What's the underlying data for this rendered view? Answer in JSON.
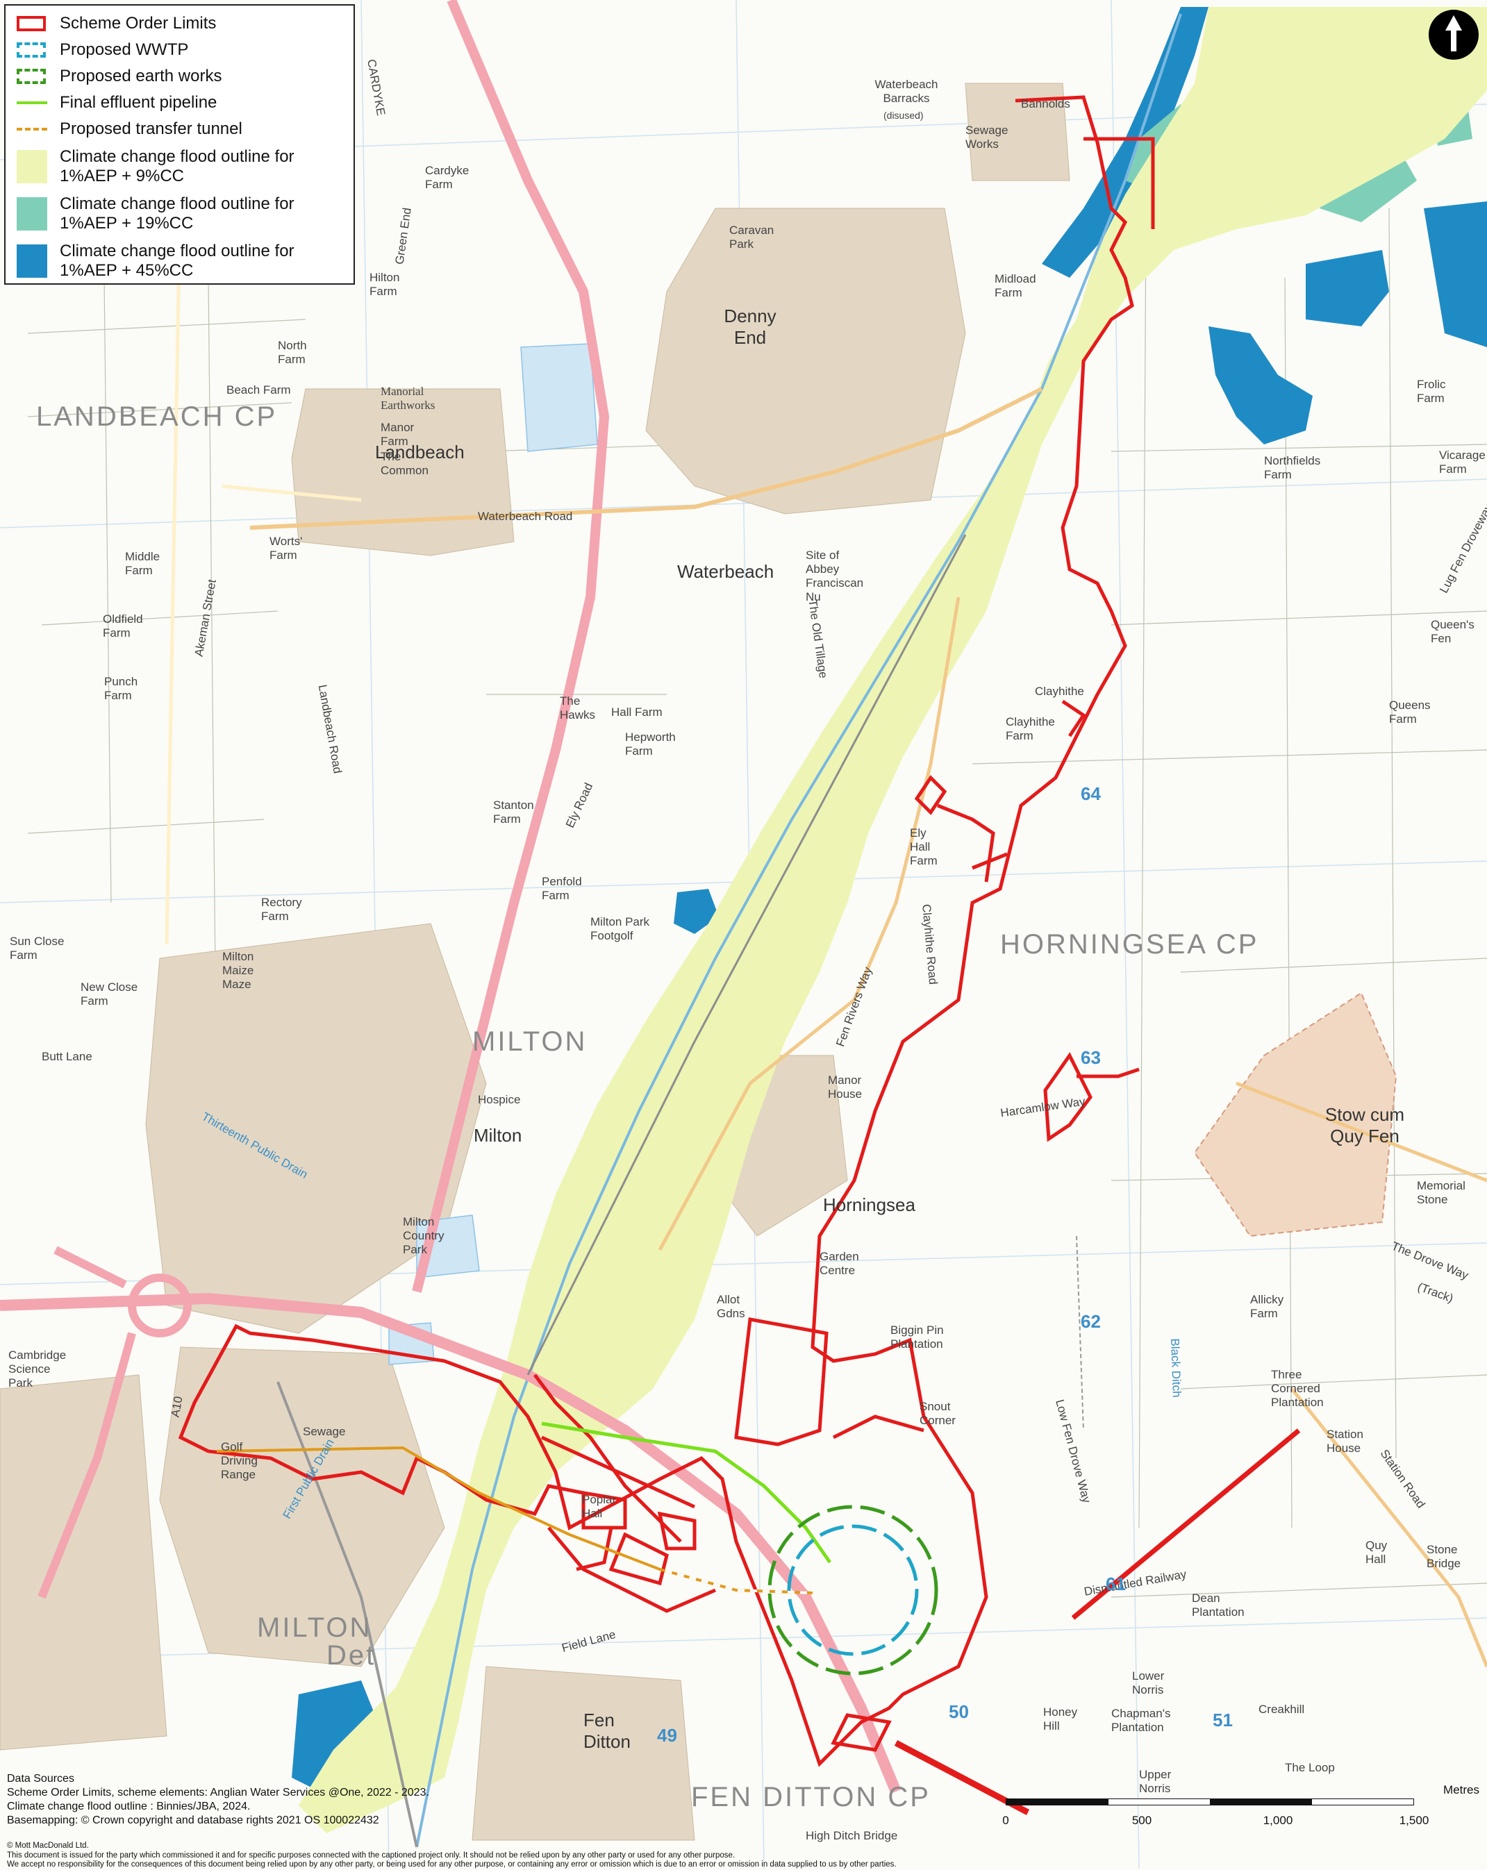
{
  "legend": {
    "items": [
      {
        "label": "Scheme Order Limits",
        "symbol": "red-box-icon"
      },
      {
        "label": "Proposed WWTP",
        "symbol": "cyan-dashed-box-icon"
      },
      {
        "label": "Proposed earth works",
        "symbol": "green-dashed-box-icon"
      },
      {
        "label": "Final effluent pipeline",
        "symbol": "green-line-icon"
      },
      {
        "label": "Proposed transfer tunnel",
        "symbol": "orange-dashed-line-icon"
      },
      {
        "label": "Climate change flood outline for\n1%AEP + 9%CC",
        "symbol": "pale-yellow-fill-icon"
      },
      {
        "label": "Climate change flood outline for\n1%AEP + 19%CC",
        "symbol": "teal-fill-icon"
      },
      {
        "label": "Climate change flood outline for\n1%AEP + 45%CC",
        "symbol": "blue-fill-icon"
      }
    ]
  },
  "colors": {
    "scheme_limits": "#e31b1b",
    "wwtp": "#1fa5c8",
    "earth_works": "#3a9a1c",
    "pipeline": "#7be01b",
    "tunnel": "#e09a1a",
    "flood_9": "#eef5b4",
    "flood_19": "#7fcfb8",
    "flood_45": "#1f8bc4",
    "road_a": "#f3a5b0",
    "urban": "#e3d7c4"
  },
  "map_labels": {
    "landbeach_cp": "LANDBEACH CP",
    "horningsea_cp": "HORNINGSEA CP",
    "fen_ditton_cp": "FEN DITTON CP",
    "milton_cp": "MILTON",
    "milton_det": "MILTON",
    "milton_det2": "Det",
    "waterbeach": "Waterbeach",
    "landbeach": "Landbeach",
    "milton": "Milton",
    "horningsea": "Horningsea",
    "denny_end": "Denny End",
    "fen_ditton": "Fen Ditton",
    "stow_cum_quy": "Stow cum Quy Fen",
    "waterbeach_barracks": "Waterbeach Barracks",
    "disused": "(disused)",
    "bannolds": "Bannolds",
    "sewage_works": "Sewage Works",
    "cardyke_farm": "Cardyke Farm",
    "hilton_farm": "Hilton Farm",
    "north_farm": "North Farm",
    "beach_farm": "Beach Farm",
    "manorial_earthworks": "Manorial Earthworks",
    "manor_farm": "Manor Farm",
    "the_common": "The Common",
    "middle_farm": "Middle Farm",
    "worts_farm": "Worts' Farm",
    "oldfield_farm": "Oldfield Farm",
    "punch_farm": "Punch Farm",
    "akeman_street": "Akeman Street",
    "landbeach_road": "Landbeach Road",
    "ely_road": "Ely Road",
    "green_end": "Green End",
    "stanton_farm": "Stanton Farm",
    "penfold_farm": "Penfold Farm",
    "milton_park_footgolf": "Milton Park Footgolf",
    "rectory_farm": "Rectory Farm",
    "milton_maize_maze": "Milton Maize Maze",
    "sun_close_farm": "Sun Close Farm",
    "new_close_farm": "New Close Farm",
    "butt_lane": "Butt Lane",
    "milton_country_park": "Milton Country Park",
    "the_hawks": "The Hawks",
    "hall_farm": "Hall Farm",
    "hepworth_farm": "Hepworth Farm",
    "waterbeach_road": "Waterbeach Road",
    "caravan_park": "Caravan Park",
    "midload_farm": "Midload Farm",
    "frolic_farm": "Frolic Farm",
    "northfields_farm": "Northfields Farm",
    "vicarage_farm": "Vicarage Farm",
    "lug_fen_droveway": "Lug Fen Droveway",
    "queens_fen": "Queen's Fen",
    "queens_farm": "Queens Farm",
    "clayhithe": "Clayhithe",
    "clayhithe_farm": "Clayhithe Farm",
    "clayhithe_road": "Clayhithe Road",
    "ely_hall_farm": "Ely Hall Farm",
    "fen_rivers_way": "Fen Rivers Way",
    "harcamlow_way": "Harcamlow Way",
    "manor_house": "Manor House",
    "garden_centre": "Garden Centre",
    "allot_gdns": "Allot Gdns",
    "biggin_pin_plantation": "Biggin Pin Plantation",
    "snout_corner": "Snout Corner",
    "low_fen_drove_way": "Low Fen Drove Way",
    "black_ditch": "Black Ditch",
    "three_cornered_plantation": "Three Cornered Plantation",
    "station_house": "Station House",
    "station_road": "Station Road",
    "allicky_farm": "Allicky Farm",
    "the_drove_way": "The Drove Way",
    "track": "(Track)",
    "memorial_stone": "Memorial Stone",
    "quy_hall": "Quy Hall",
    "stone_bridge": "Stone Bridge",
    "dean_plantation": "Dean Plantation",
    "dismantled_railway": "Dismantled Railway",
    "lower_norris": "Lower Norris",
    "chapmans_plantation": "Chapman's Plantation",
    "upper_norris": "Upper Norris",
    "creakhill": "Creakhill",
    "the_loop": "The Loop",
    "honey_hill": "Honey Hill",
    "high_ditch_bridge": "High Ditch Bridge",
    "poplar_hall": "Poplar Hall",
    "field_lane": "Field Lane",
    "golf_driving_range": "Golf Driving Range",
    "cambridge_science_park": "Cambridge Science Park",
    "sewage": "Sewage",
    "thirteenth_public_drain": "Thirteenth Public Drain",
    "first_public_drain": "First Public Drain",
    "a10": "A10",
    "cardyke": "CARDYKE",
    "the_old_tillage": "The Old Tillage",
    "site_abbey": "Site of Abbey Franciscan Nu",
    "hospice": "Hospice",
    "grid_64": "64",
    "grid_63": "63",
    "grid_62": "62",
    "grid_61": "61",
    "grid_50": "50",
    "grid_49": "49",
    "grid_51": "51"
  },
  "sources": {
    "heading": "Data Sources",
    "line1": "Scheme Order Limits, scheme elements: Anglian Water Services @One, 2022 - 2023.",
    "line2": "Climate change flood outline : Binnies/JBA, 2024.",
    "line3": "Basemapping: © Crown copyright and database rights 2021 OS 100022432"
  },
  "disclaimer": {
    "line1": "© Mott MacDonald Ltd.",
    "line2": "This document is issued for the party which commissioned it and for specific purposes connected with the captioned project only. It should not be relied upon by any other party or used for any other purpose.",
    "line3": "We accept no responsibility for the consequences of this document being relied upon by any other party, or being used for any other purpose, or containing any error or omission which is due to an error or omission in data supplied to us by other parties."
  },
  "scalebar": {
    "unit": "Metres",
    "ticks": [
      "0",
      "500",
      "1,000",
      "1,500"
    ]
  }
}
